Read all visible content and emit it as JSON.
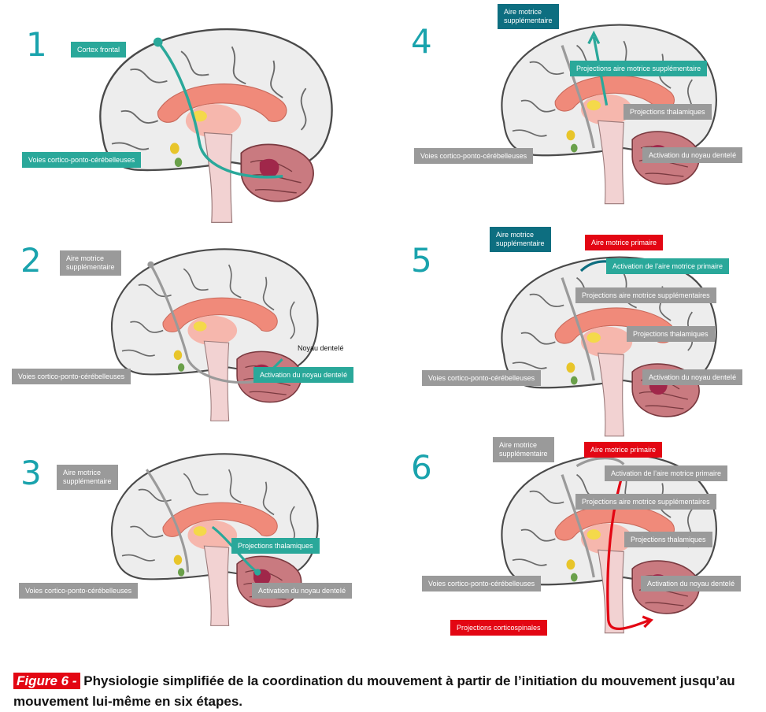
{
  "panels": [
    {
      "number": "1",
      "labels": {
        "cortex_frontal": "Cortex frontal",
        "voies": "Voies cortico-ponto-cérébelleuses"
      }
    },
    {
      "number": "2",
      "labels": {
        "aire_sup": "Aire motrice\nsupplémentaire",
        "noyau": "Noyau denteIé",
        "voies": "Voies cortico-ponto-cérébelleuses",
        "activation_noyau": "Activation du noyau denteIé"
      }
    },
    {
      "number": "3",
      "labels": {
        "aire_sup": "Aire motrice\nsupplémentaire",
        "proj_thal": "Projections thalamiques",
        "voies": "Voies cortico-ponto-cérébelleuses",
        "activation_noyau": "Activation du noyau denteIé"
      }
    },
    {
      "number": "4",
      "labels": {
        "aire_sup": "Aire motrice\nsupplémentaire",
        "proj_aire_sup": "Projections aire motrice supplémentaire",
        "proj_thal": "Projections thalamiques",
        "voies": "Voies cortico-ponto-cérébelleuses",
        "activation_noyau": "Activation du noyau denteIé"
      }
    },
    {
      "number": "5",
      "labels": {
        "aire_sup": "Aire motrice\nsupplémentaire",
        "aire_prim": "Aire motrice primaire",
        "activation_aire_prim": "Activation de l’aire motrice primaire",
        "proj_aire_sup": "Projections aire motrice supplémentaires",
        "proj_thal": "Projections thalamiques",
        "voies": "Voies cortico-ponto-cérébelleuses",
        "activation_noyau": "Activation du noyau denteIé"
      }
    },
    {
      "number": "6",
      "labels": {
        "aire_sup": "Aire motrice\nsupplémentaire",
        "aire_prim": "Aire motrice primaire",
        "activation_aire_prim": "Activation de l’aire motrice primaire",
        "proj_aire_sup": "Projections aire motrice supplémentaires",
        "proj_thal": "Projections thalamiques",
        "voies": "Voies cortico-ponto-cérébelleuses",
        "activation_noyau": "Activation du noyau denteIé",
        "proj_cortico": "Projections corticospinales"
      }
    }
  ],
  "caption": {
    "figure_label": "Figure 6 -",
    "text": " Physiologie simplifiée de la coordination du mouvement à partir de l’initiation du mouvement jusqu’au mouvement lui-même en six étapes."
  },
  "colors": {
    "teal": "#2aa89a",
    "dark_teal": "#0d6e80",
    "red": "#e30613",
    "grey": "#9a9a9a",
    "step_number": "#1aa3ad"
  }
}
